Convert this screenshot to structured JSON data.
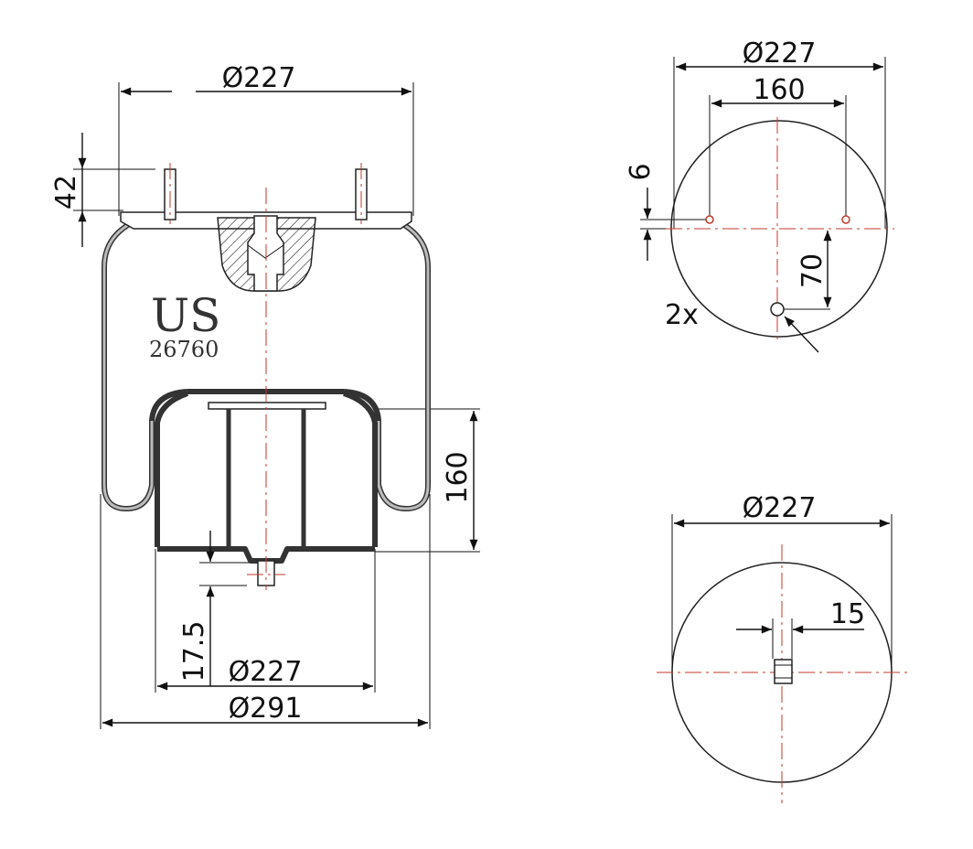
{
  "side_view": {
    "top_diameter": "Ø227",
    "stud_height": "42",
    "piston_height": "160",
    "bottom_offset": "17.5",
    "piston_diameter": "Ø227",
    "max_diameter": "Ø291",
    "brand": "US",
    "part_number": "26760"
  },
  "top_view": {
    "diameter": "Ø227",
    "stud_spacing": "160",
    "stud_offset": "6",
    "air_inlet_offset": "70",
    "stud_count": "2x"
  },
  "bottom_view": {
    "diameter": "Ø227",
    "stud_width": "15"
  },
  "colors": {
    "centerline": "#c0392b",
    "line": "#111111"
  }
}
